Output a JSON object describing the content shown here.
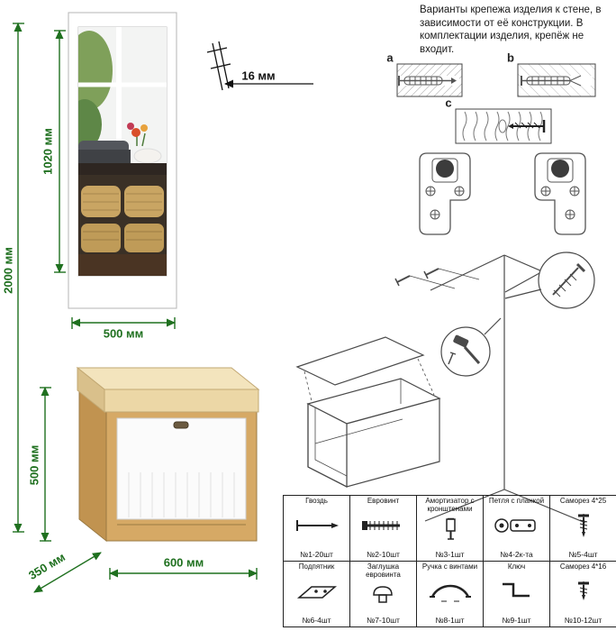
{
  "dimensions": {
    "total_height": "2000 мм",
    "mirror_height": "1020 мм",
    "mirror_width": "500 мм",
    "thickness": "16 мм",
    "bench_height": "500 мм",
    "bench_depth": "350 мм",
    "bench_width": "600 мм"
  },
  "mounting": {
    "note": "Варианты крепежа изделия к стене, в зависимости от её конструкции. В комплектации изделия, крепёж не входит.",
    "options": [
      {
        "label": "a",
        "icon": "concrete-anchor-diagram"
      },
      {
        "label": "b",
        "icon": "block-anchor-diagram"
      },
      {
        "label": "c",
        "icon": "wood-screw-diagram"
      }
    ]
  },
  "parts": {
    "rows": [
      [
        {
          "name": "Гвоздь",
          "count": "№1-20шт",
          "icon": "nail-icon"
        },
        {
          "name": "Евровинт",
          "count": "№2-10шт",
          "icon": "euro-screw-icon"
        },
        {
          "name": "Амортизатор с кронштенами",
          "count": "№3-1шт",
          "icon": "gas-lift-icon"
        },
        {
          "name": "Петля с планкой",
          "count": "№4-2к-та",
          "icon": "hinge-icon"
        },
        {
          "name": "Саморез 4*25",
          "count": "№5-4шт",
          "icon": "screw-icon"
        }
      ],
      [
        {
          "name": "Подпятник",
          "count": "№6-4шт",
          "icon": "foot-pad-icon"
        },
        {
          "name": "Заглушка евровинта",
          "count": "№7-10шт",
          "icon": "cap-icon"
        },
        {
          "name": "Ручка с винтами",
          "count": "№8-1шт",
          "icon": "handle-icon"
        },
        {
          "name": "Ключ",
          "count": "№9-1шт",
          "icon": "hex-key-icon"
        },
        {
          "name": "Саморез 4*16",
          "count": "№10-12шт",
          "icon": "screw-icon"
        }
      ]
    ]
  },
  "colors": {
    "dimension_green": "#1f701f",
    "wood": "#d6a965",
    "cushion": "#ecd7a6",
    "line": "#4a4a4a"
  }
}
